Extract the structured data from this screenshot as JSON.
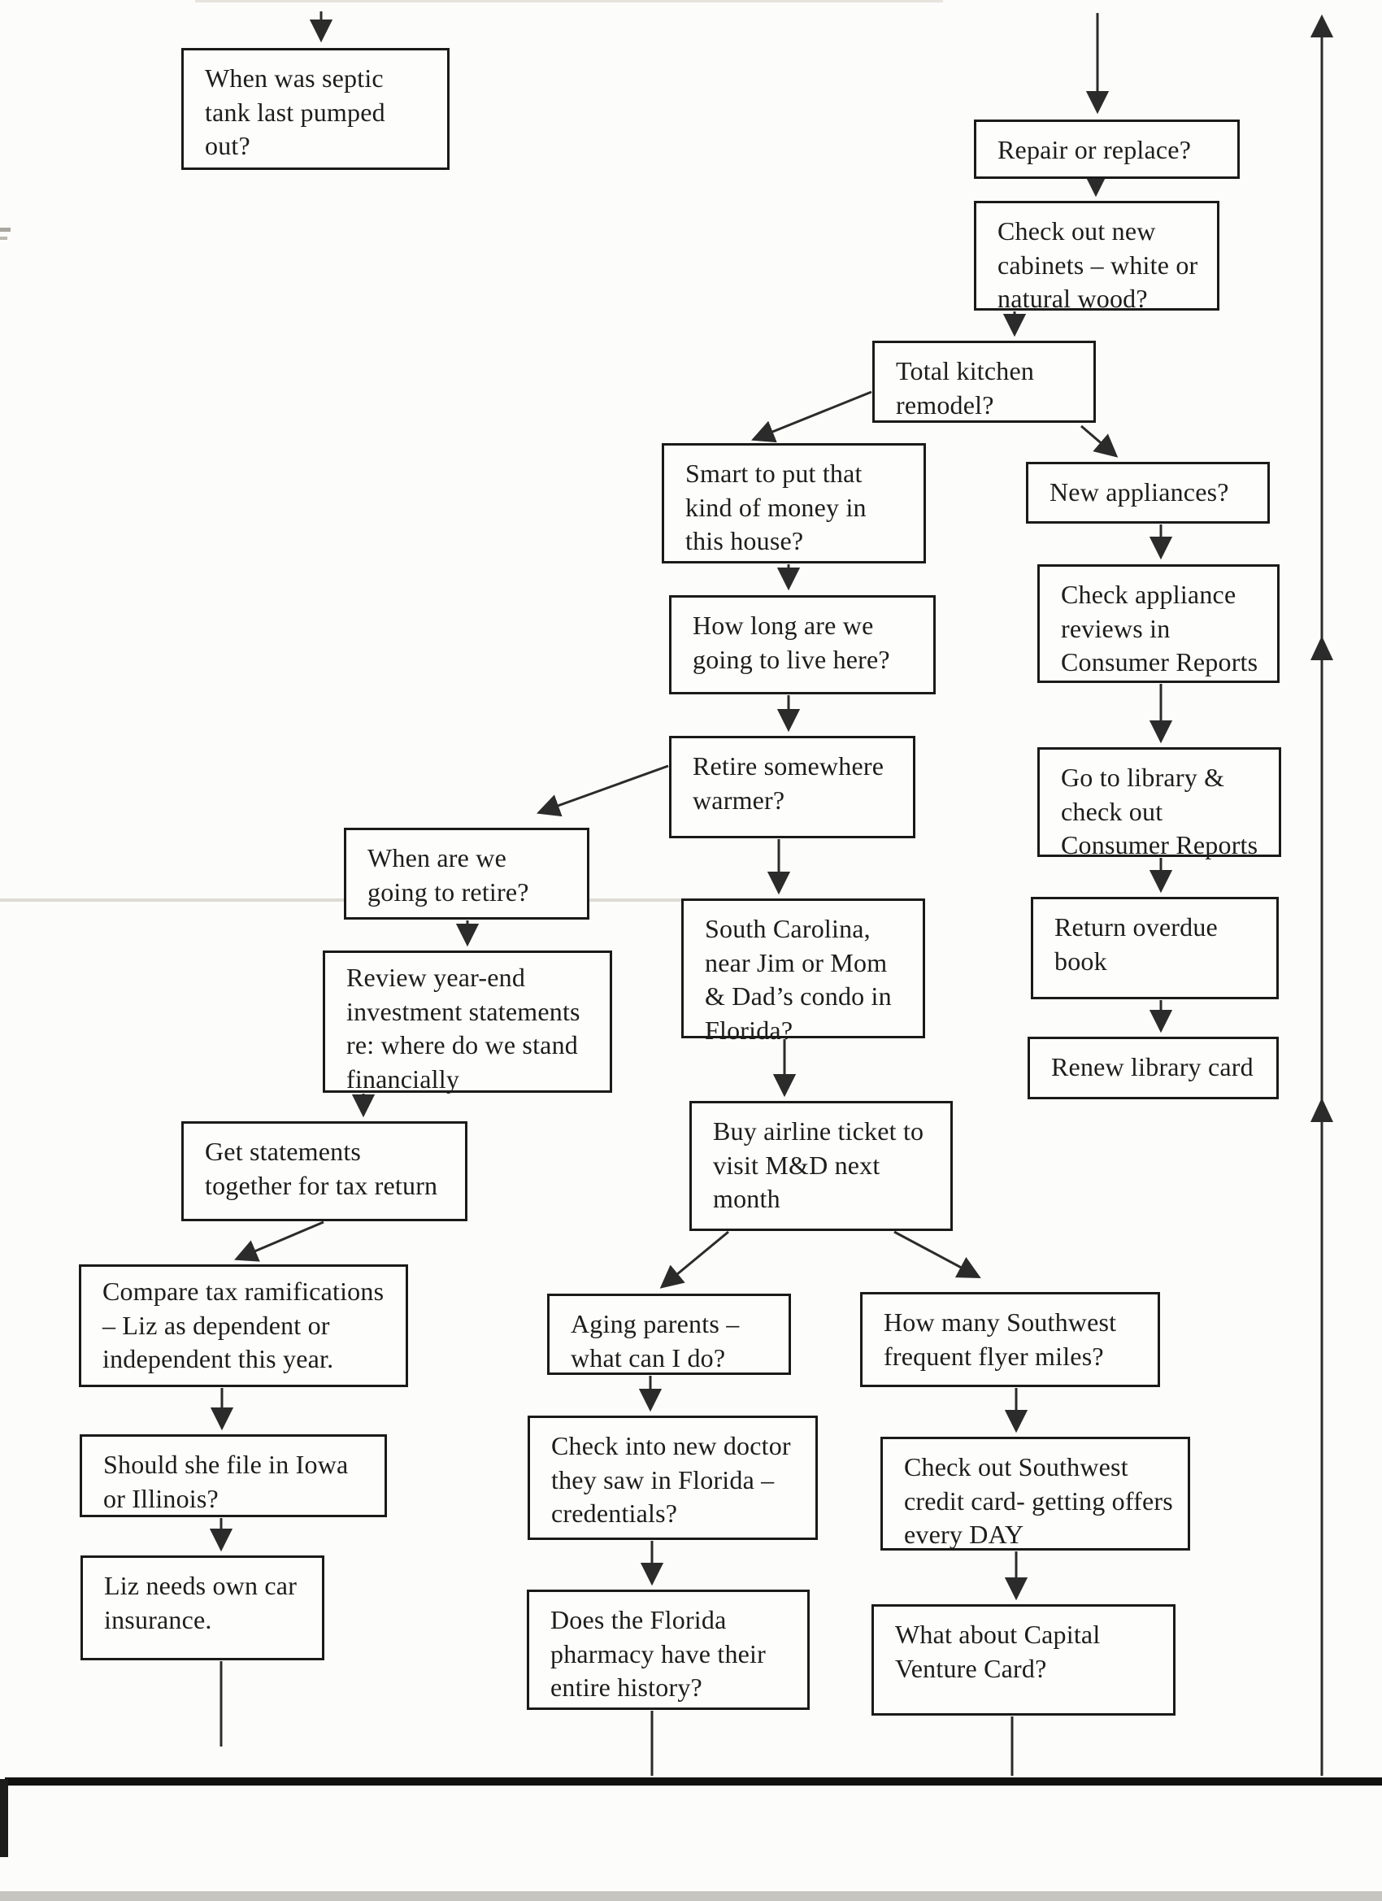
{
  "document_kind": "scanned flowchart of household / family to-do questions",
  "colors": {
    "paper": "#fcfcfa",
    "ink": "#1d1d1b",
    "box_border": "#1a1a1a",
    "arrow": "#2b2b2b",
    "scan_rule": "#111111",
    "scan_band_gray": "#c6c5c0"
  },
  "nodes": [
    {
      "id": "septic",
      "label": "When was septic tank last pumped out?"
    },
    {
      "id": "repair",
      "label": "Repair or replace?"
    },
    {
      "id": "cabinets",
      "label": "Check out new cabinets – white or natural wood?"
    },
    {
      "id": "kitchen-remodel",
      "label": "Total kitchen remodel?"
    },
    {
      "id": "smart-money",
      "label": "Smart to put that kind of money in this house?"
    },
    {
      "id": "new-appliances",
      "label": "New appliances?"
    },
    {
      "id": "how-long-live-here",
      "label": "How long are we going to live here?"
    },
    {
      "id": "check-appliance-reviews",
      "label": "Check appliance reviews in Consumer Reports"
    },
    {
      "id": "retire-warmer",
      "label": "Retire somewhere warmer?"
    },
    {
      "id": "go-to-library",
      "label": "Go to library & check out Consumer Reports"
    },
    {
      "id": "when-retire",
      "label": "When are we going to retire?"
    },
    {
      "id": "south-carolina",
      "label": "South Carolina, near Jim or Mom & Dad’s condo in Florida?"
    },
    {
      "id": "return-overdue-book",
      "label": "Return overdue book"
    },
    {
      "id": "review-year-end",
      "label": "Review year-end investment statements re: where do we stand financially"
    },
    {
      "id": "renew-library-card",
      "label": "Renew library card"
    },
    {
      "id": "get-statements",
      "label": "Get statements together for tax return"
    },
    {
      "id": "buy-airline-ticket",
      "label": "Buy airline ticket to visit M&D next month"
    },
    {
      "id": "compare-tax",
      "label": "Compare tax ramifications – Liz as dependent or independent this year."
    },
    {
      "id": "aging-parents",
      "label": "Aging parents – what can I do?"
    },
    {
      "id": "how-many-southwest",
      "label": "How many Southwest frequent flyer miles?"
    },
    {
      "id": "should-she-file",
      "label": "Should she file in Iowa or Illinois?"
    },
    {
      "id": "check-doctor",
      "label": "Check into new doctor they saw in Florida – credentials?"
    },
    {
      "id": "check-southwest-card",
      "label": "Check out Southwest credit card- getting offers every DAY"
    },
    {
      "id": "liz-car-insurance",
      "label": "Liz needs own car insurance."
    },
    {
      "id": "florida-pharmacy",
      "label": "Does the Florida pharmacy have their entire history?"
    },
    {
      "id": "capital-venture",
      "label": "What about Capital Venture Card?"
    }
  ],
  "edges": [
    {
      "from": "page-top",
      "to": "septic"
    },
    {
      "from": "page-top",
      "to": "repair"
    },
    {
      "from": "repair",
      "to": "cabinets"
    },
    {
      "from": "cabinets",
      "to": "kitchen-remodel"
    },
    {
      "from": "kitchen-remodel",
      "to": "smart-money"
    },
    {
      "from": "kitchen-remodel",
      "to": "new-appliances"
    },
    {
      "from": "smart-money",
      "to": "how-long-live-here"
    },
    {
      "from": "new-appliances",
      "to": "check-appliance-reviews"
    },
    {
      "from": "how-long-live-here",
      "to": "retire-warmer"
    },
    {
      "from": "check-appliance-reviews",
      "to": "go-to-library"
    },
    {
      "from": "retire-warmer",
      "to": "when-retire"
    },
    {
      "from": "retire-warmer",
      "to": "south-carolina"
    },
    {
      "from": "go-to-library",
      "to": "return-overdue-book"
    },
    {
      "from": "when-retire",
      "to": "review-year-end"
    },
    {
      "from": "return-overdue-book",
      "to": "renew-library-card"
    },
    {
      "from": "review-year-end",
      "to": "get-statements"
    },
    {
      "from": "south-carolina",
      "to": "buy-airline-ticket"
    },
    {
      "from": "get-statements",
      "to": "compare-tax"
    },
    {
      "from": "buy-airline-ticket",
      "to": "aging-parents"
    },
    {
      "from": "buy-airline-ticket",
      "to": "how-many-southwest"
    },
    {
      "from": "compare-tax",
      "to": "should-she-file"
    },
    {
      "from": "aging-parents",
      "to": "check-doctor"
    },
    {
      "from": "how-many-southwest",
      "to": "check-southwest-card"
    },
    {
      "from": "should-she-file",
      "to": "liz-car-insurance"
    },
    {
      "from": "check-doctor",
      "to": "florida-pharmacy"
    },
    {
      "from": "check-southwest-card",
      "to": "capital-venture"
    },
    {
      "from": "liz-car-insurance",
      "to": "page-bottom"
    },
    {
      "from": "florida-pharmacy",
      "to": "page-bottom"
    },
    {
      "from": "capital-venture",
      "to": "page-bottom"
    },
    {
      "from": "page-bottom",
      "to": "page-top",
      "note": "long upward arrow in right margin with three upward arrowheads"
    }
  ]
}
